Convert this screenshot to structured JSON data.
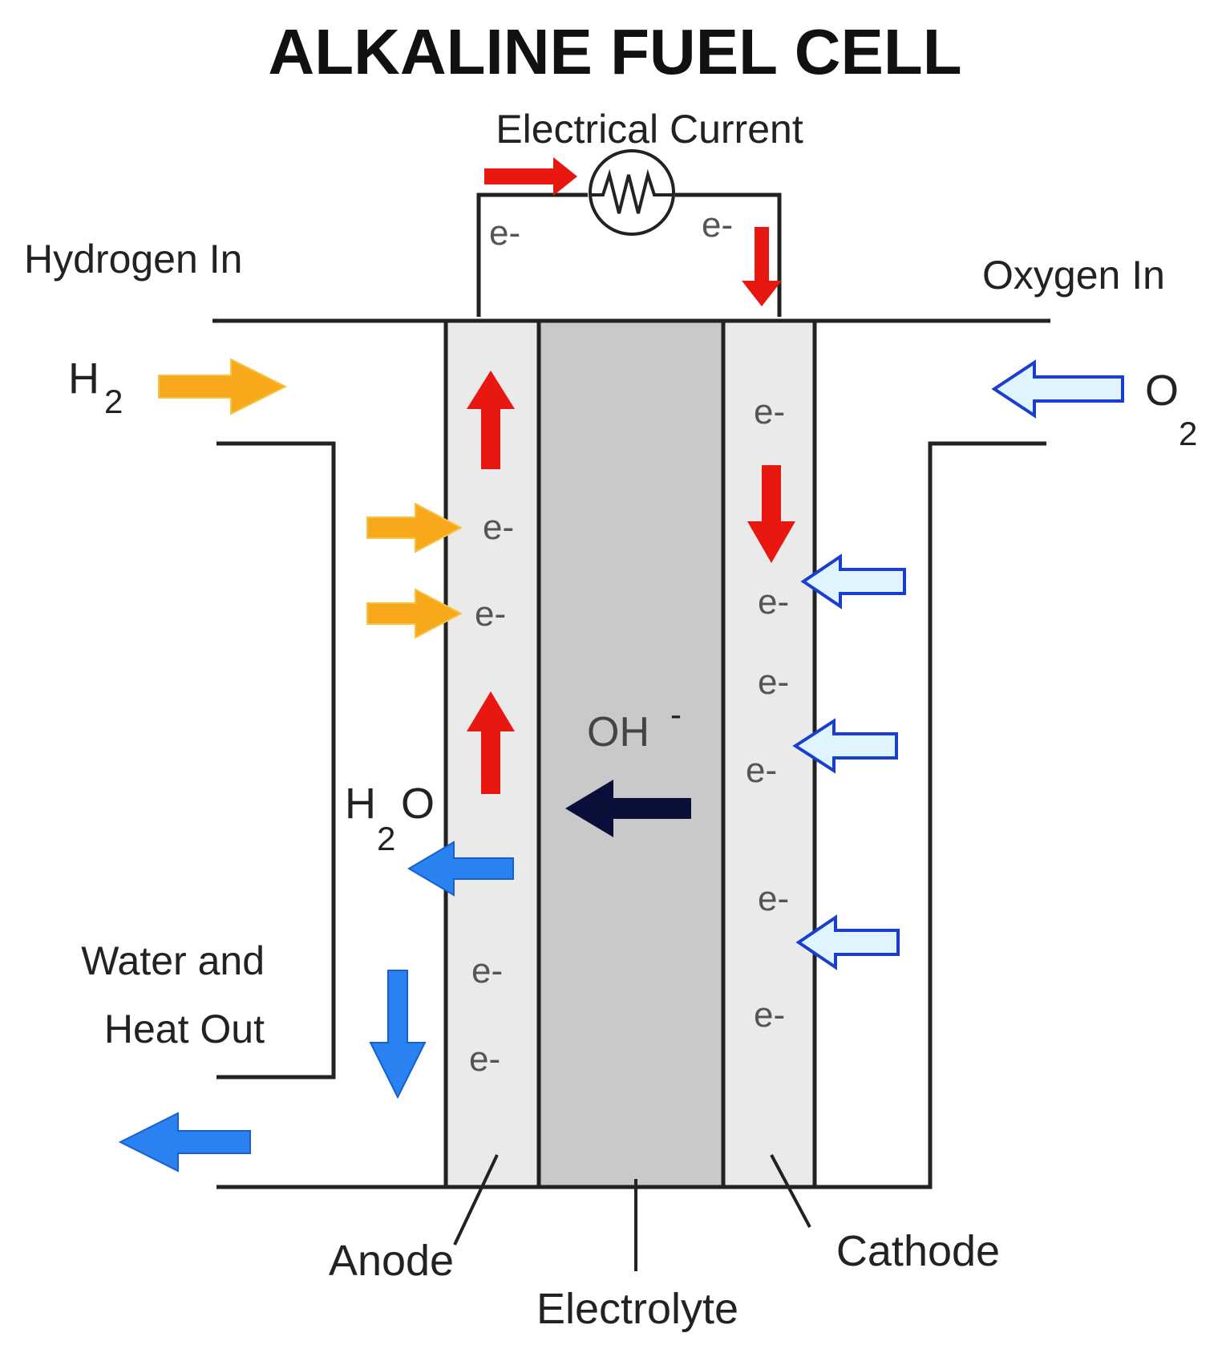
{
  "title": "ALKALINE FUEL CELL",
  "labels": {
    "electrical_current": "Electrical Current",
    "hydrogen_in": "Hydrogen In",
    "oxygen_in": "Oxygen In",
    "h2_base": "H",
    "h2_sub": "2",
    "o2_base": "O",
    "o2_sub": "2",
    "h2o_h": "H",
    "h2o_sub": "2",
    "h2o_o": "O",
    "water_heat_line1": "Water and",
    "water_heat_line2": "Heat Out",
    "oh_ion": "OH",
    "oh_charge": "-",
    "anode": "Anode",
    "electrolyte": "Electrolyte",
    "cathode": "Cathode",
    "electron": "e-"
  },
  "colors": {
    "electron_flow": "#e8170f",
    "hydrogen": "#f8a91b",
    "oxygen_fill": "#dff4ff",
    "oxygen_stroke": "#1a3fcf",
    "water": "#2a82f0",
    "hydroxide": "#0a0f3a",
    "electrode_fill": "#eaeaea",
    "electrolyte_fill": "#c9c9c9"
  }
}
